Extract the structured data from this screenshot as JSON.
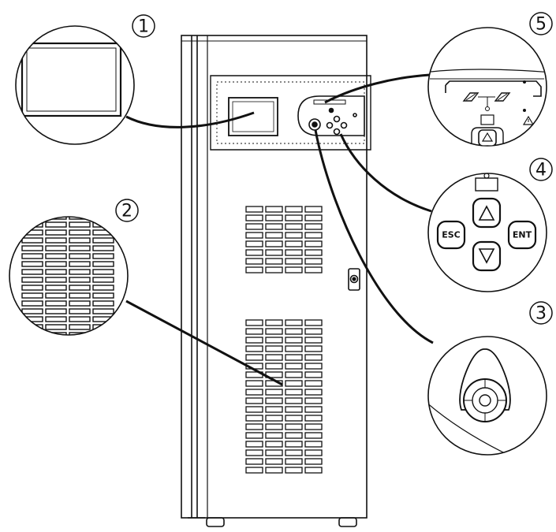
{
  "callouts": {
    "one": "1",
    "two": "2",
    "three": "3",
    "four": "4",
    "five": "5"
  },
  "keypad": {
    "esc": "ESC",
    "ent": "ENT"
  },
  "colors": {
    "line": "#111111",
    "light_line": "#444444",
    "background": "#ffffff"
  }
}
